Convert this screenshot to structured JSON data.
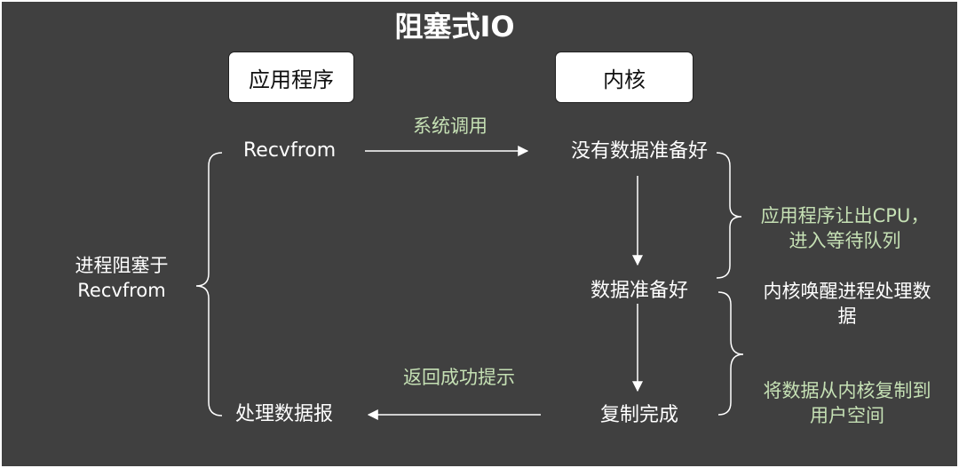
{
  "title": "阻塞式IO",
  "boxes": {
    "app": "应用程序",
    "kernel": "内核"
  },
  "left": {
    "recvfrom": "Recvfrom",
    "process_data": "处理数据报",
    "blocked_line1": "进程阻塞于",
    "blocked_line2": "Recvfrom"
  },
  "kernel_states": {
    "no_data": "没有数据准备好",
    "data_ready": "数据准备好",
    "copy_done": "复制完成"
  },
  "arrow_labels": {
    "syscall": "系统调用",
    "return_ok": "返回成功提示"
  },
  "notes": {
    "yield_line1": "应用程序让出CPU，",
    "yield_line2": "进入等待队列",
    "wake_line1": "内核唤醒进程处理数",
    "wake_line2": "据",
    "copy_line1": "将数据从内核复制到",
    "copy_line2": "用户空间"
  },
  "colors": {
    "background": "#404040",
    "text": "#ffffff",
    "accent_green": "#c5e0b4"
  }
}
